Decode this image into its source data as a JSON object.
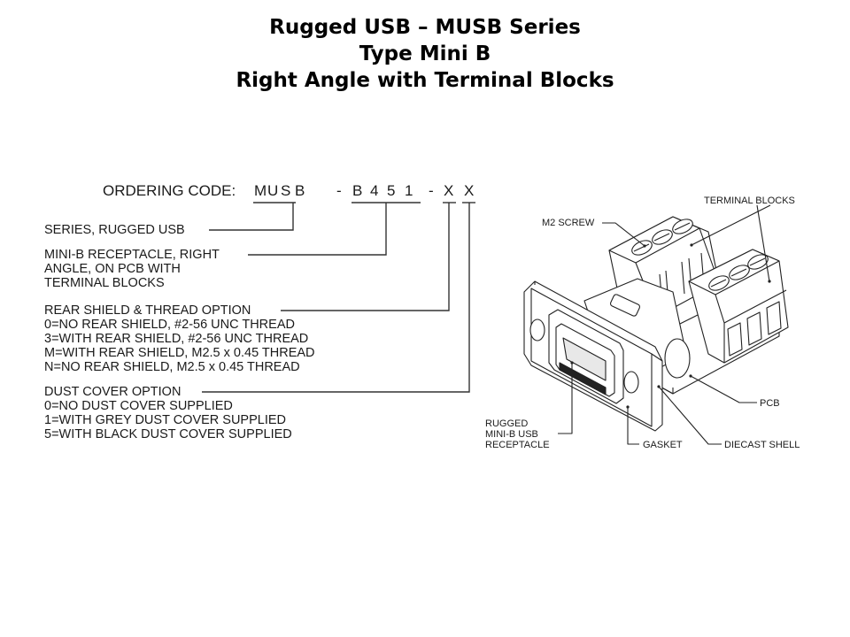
{
  "title": {
    "lines": [
      "Rugged USB – MUSB Series",
      "Type Mini B",
      "Right Angle with Terminal Blocks"
    ]
  },
  "ordering_code": {
    "label": "ORDERING CODE:",
    "segments": [
      {
        "name": "series",
        "chars": [
          "M",
          "U",
          "S",
          "B"
        ]
      },
      {
        "name": "dash1",
        "chars": [
          "-"
        ]
      },
      {
        "name": "type",
        "chars": [
          "B",
          "4",
          "5",
          "1"
        ]
      },
      {
        "name": "dash2",
        "chars": [
          "-"
        ]
      },
      {
        "name": "shield-option",
        "chars": [
          "X"
        ]
      },
      {
        "name": "dust-option",
        "chars": [
          "X"
        ]
      }
    ]
  },
  "descriptions": {
    "series": "SERIES, RUGGED USB",
    "type": [
      "MINI-B RECEPTACLE, RIGHT",
      "ANGLE, ON PCB WITH",
      "TERMINAL BLOCKS"
    ],
    "rear_shield": {
      "heading": "REAR SHIELD & THREAD OPTION",
      "options": [
        "0=NO REAR SHIELD, #2-56 UNC THREAD",
        "3=WITH REAR SHIELD, #2-56 UNC THREAD",
        "M=WITH REAR SHIELD, M2.5 x 0.45 THREAD",
        "N=NO REAR SHIELD, M2.5 x 0.45 THREAD"
      ]
    },
    "dust_cover": {
      "heading": "DUST COVER OPTION",
      "options": [
        "0=NO DUST COVER SUPPLIED",
        "1=WITH GREY DUST COVER SUPPLIED",
        "5=WITH BLACK DUST COVER SUPPLIED"
      ]
    }
  },
  "drawing_callouts": {
    "terminal_blocks": "TERMINAL BLOCKS",
    "m2_screw": "M2 SCREW",
    "receptacle": [
      "RUGGED",
      "MINI-B USB",
      "RECEPTACLE"
    ],
    "gasket": "GASKET",
    "diecast_shell": "DIECAST SHELL",
    "pcb": "PCB"
  }
}
